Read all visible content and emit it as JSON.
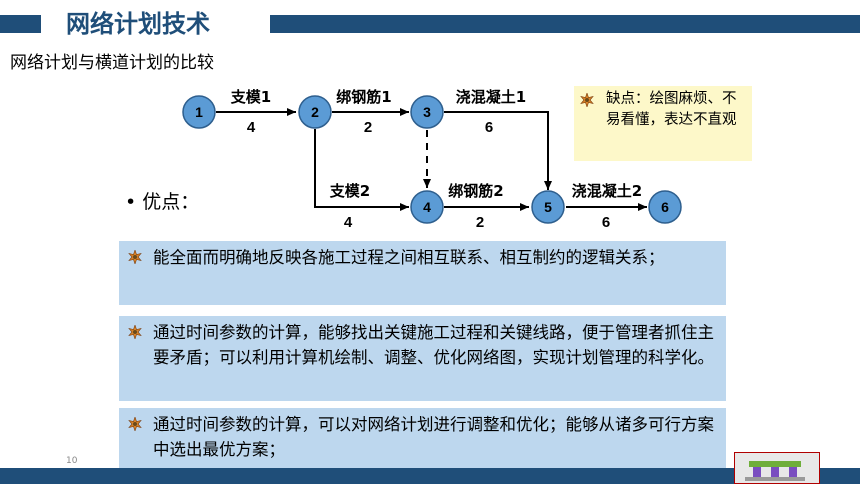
{
  "header": {
    "title": "网络计划技术"
  },
  "subtitle": "网络计划与横道计划的比较",
  "network": {
    "nodes": [
      {
        "id": "n1",
        "label": "1"
      },
      {
        "id": "n2",
        "label": "2"
      },
      {
        "id": "n3",
        "label": "3"
      },
      {
        "id": "n4",
        "label": "4"
      },
      {
        "id": "n5",
        "label": "5"
      },
      {
        "id": "n6",
        "label": "6"
      }
    ],
    "activities": [
      {
        "name": "支模1",
        "duration": "4"
      },
      {
        "name": "绑钢筋1",
        "duration": "2"
      },
      {
        "name": "浇混凝土1",
        "duration": "6"
      },
      {
        "name": "支模2",
        "duration": "4"
      },
      {
        "name": "绑钢筋2",
        "duration": "2"
      },
      {
        "name": "浇混凝土2",
        "duration": "6"
      }
    ]
  },
  "advantages_label": "• 优点：",
  "note": {
    "text": "缺点：绘图麻烦、不易看懂，表达不直观"
  },
  "points": [
    "能全面而明确地反映各施工过程之间相互联系、相互制约的逻辑关系；",
    "通过时间参数的计算，能够找出关键施工过程和关键线路，便于管理者抓住主要矛盾；可以利用计算机绘制、调整、优化网络图，实现计划管理的科学化。",
    "通过时间参数的计算，可以对网络计划进行调整和优化；能够从诸多可行方案中选出最优方案；"
  ],
  "page_number": "10",
  "colors": {
    "header": "#1f4e79",
    "node_fill": "#5b9bd5",
    "box_bg": "#bdd7ee",
    "note_bg": "#fdf8c9"
  }
}
